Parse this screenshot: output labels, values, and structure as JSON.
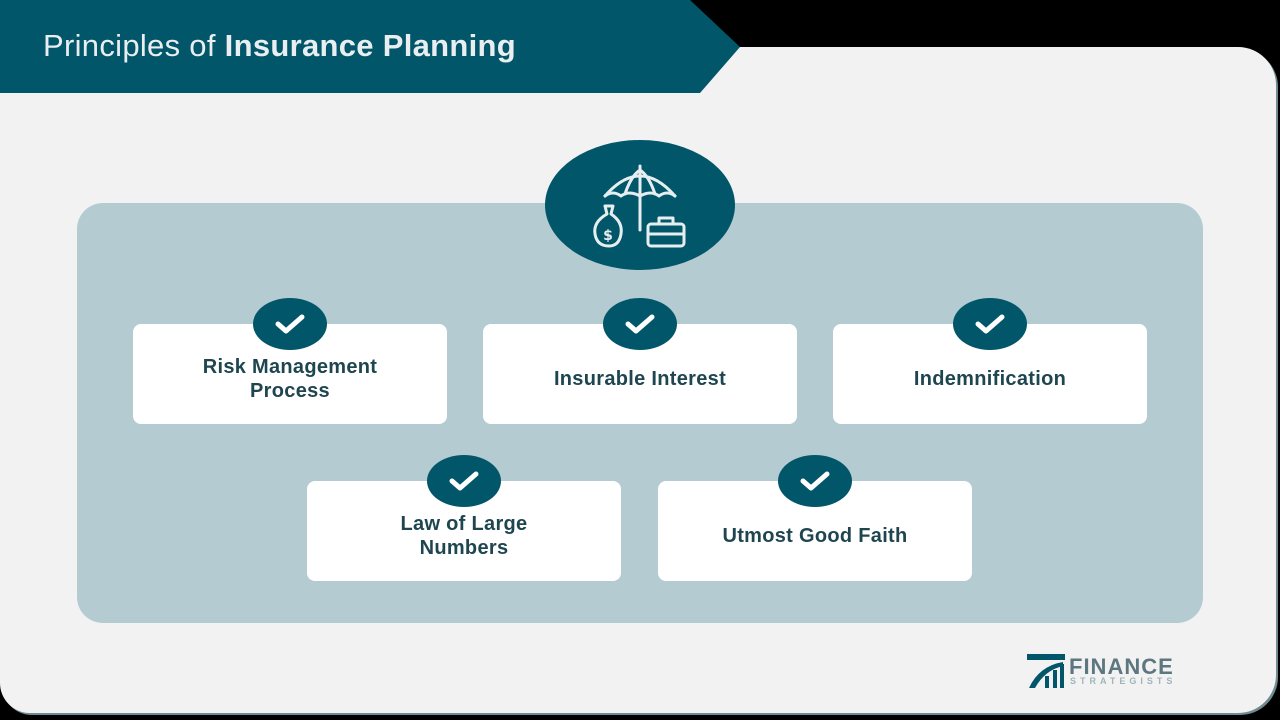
{
  "header": {
    "title_prefix": "Principles of ",
    "title_bold": "Insurance Planning"
  },
  "hero": {
    "icon": "umbrella-money-briefcase-icon"
  },
  "principles": [
    {
      "label": "Risk Management\nProcess",
      "icon": "check-icon"
    },
    {
      "label": "Insurable Interest",
      "icon": "check-icon"
    },
    {
      "label": "Indemnification",
      "icon": "check-icon"
    },
    {
      "label": "Law of Large\nNumbers",
      "icon": "check-icon"
    },
    {
      "label": "Utmost Good Faith",
      "icon": "check-icon"
    }
  ],
  "logo": {
    "line1": "FINANCE",
    "line2": "STRATEGISTS"
  },
  "colors": {
    "primary": "#02566a",
    "panel": "#b3cbd1",
    "background": "#f2f2f2",
    "card": "#ffffff",
    "text": "#1f4650"
  }
}
